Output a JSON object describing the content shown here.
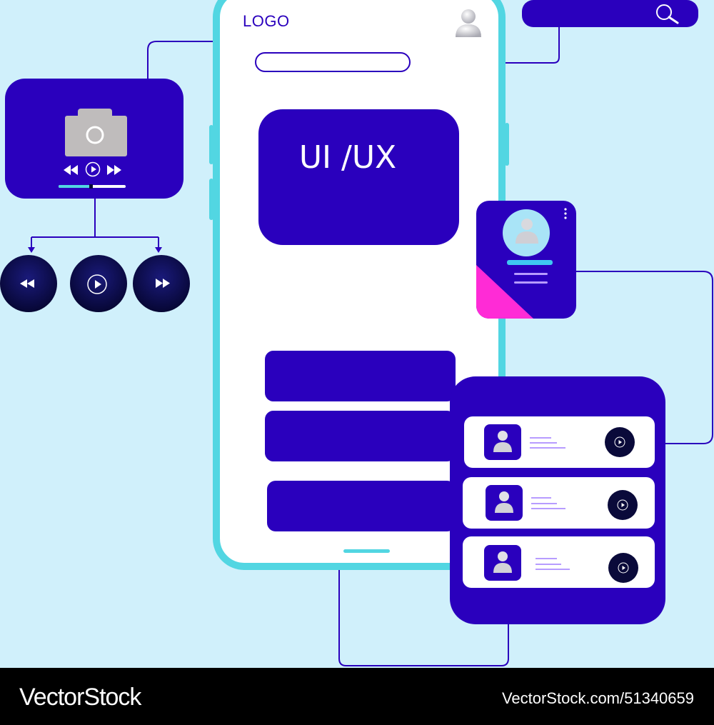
{
  "header": {
    "logo": "LOGO"
  },
  "hero": {
    "title": "UI /UX"
  },
  "footer": {
    "brand": "VectorStock",
    "url_id": "VectorStock.com/51340659"
  },
  "colors": {
    "background": "#d0f0fb",
    "primary": "#2a00bd",
    "accent": "#52d6e2",
    "pink": "#ff2bd6",
    "lavender": "#b79cff"
  },
  "icons": {
    "search": "search-icon",
    "user": "user-icon",
    "camera": "camera-icon",
    "rewind": "rewind-icon",
    "play": "play-icon",
    "fast_forward": "fast-forward-icon",
    "more": "more-vertical-icon"
  },
  "media_player": {
    "progress": 0.5
  },
  "list": {
    "rows": 3
  }
}
